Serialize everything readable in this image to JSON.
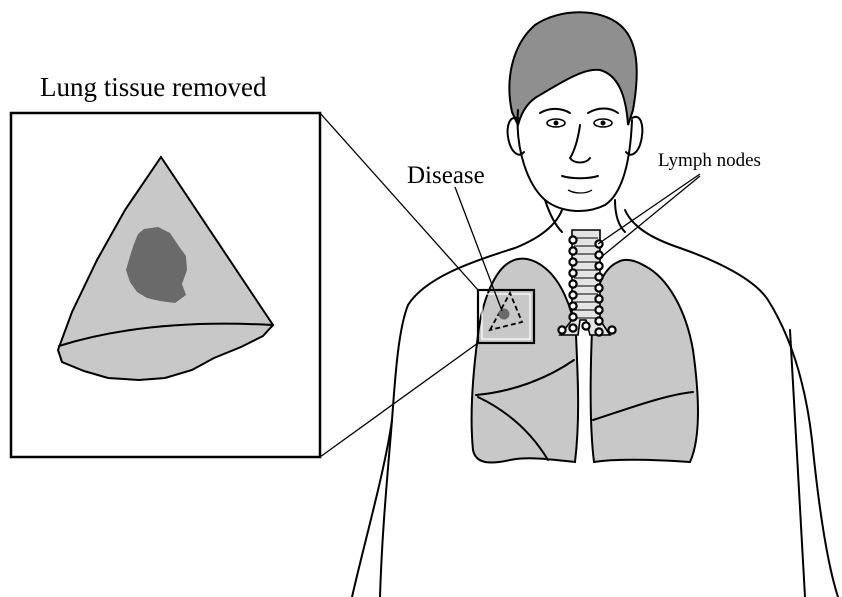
{
  "labels": {
    "tissue_title": "Lung tissue removed",
    "disease": "Disease",
    "lymph_nodes": "Lymph nodes"
  },
  "colors": {
    "lung_tissue": "#c8c8c8",
    "tumor": "#6a6a6a",
    "hair": "#8f8f8f",
    "line": "#000000"
  }
}
